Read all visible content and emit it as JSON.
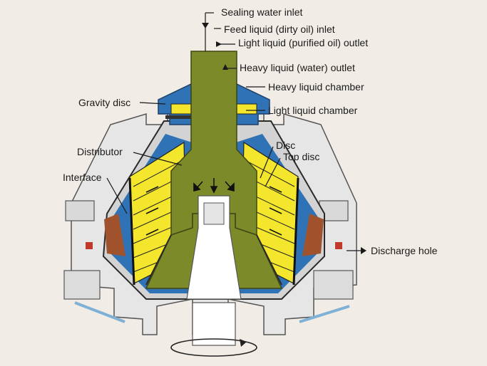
{
  "labels": {
    "sealing_water_inlet": "Sealing water inlet",
    "feed_liquid_inlet": "Feed liquid (dirty oil) inlet",
    "light_liquid_outlet": "Light liquid (purified oil) outlet",
    "heavy_liquid_outlet": "Heavy liquid (water) outlet",
    "heavy_liquid_chamber": "Heavy liquid chamber",
    "light_liquid_chamber": "Light liquid chamber",
    "gravity_disc": "Gravity disc",
    "distributor": "Distributor",
    "disc": "Disc",
    "top_disc": "Top disc",
    "interface": "Interface",
    "discharge_hole": "Discharge hole"
  },
  "colors": {
    "background": "#f1ede6",
    "housing": "#e6e6e6",
    "housing_outline": "#555555",
    "water": "#2f73b6",
    "disc_yellow": "#f3e62c",
    "distributor_olive": "#7c8a2a",
    "sediment": "#a0522d",
    "shaft": "#ffffff"
  }
}
